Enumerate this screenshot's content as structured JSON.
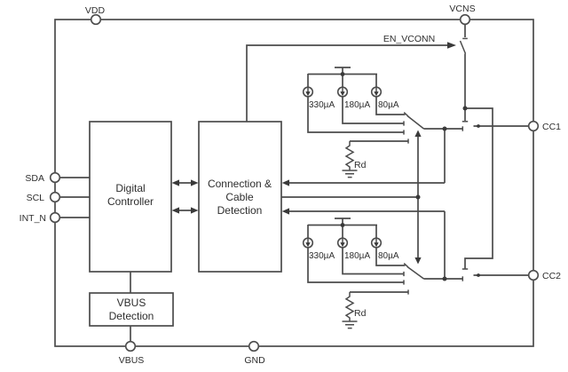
{
  "diagram": {
    "title_hint": "cc-controller-block-diagram",
    "pins": {
      "vdd": "VDD",
      "vcns": "VCNS",
      "sda": "SDA",
      "scl": "SCL",
      "int_n": "INT_N",
      "vbus": "VBUS",
      "gnd": "GND",
      "cc1": "CC1",
      "cc2": "CC2"
    },
    "blocks": {
      "digital_controller": {
        "line1": "Digital",
        "line2": "Controller"
      },
      "connection_cable_detection": {
        "line1": "Connection &",
        "line2": "Cable",
        "line3": "Detection"
      },
      "vbus_detection": {
        "line1": "VBUS",
        "line2": "Detection"
      }
    },
    "signals": {
      "en_vconn": "EN_VCONN"
    },
    "current_sources": {
      "i1": "330µA",
      "i2": "180µA",
      "i3": "80µA"
    },
    "resistors": {
      "rd": "Rd"
    },
    "colors": {
      "line": "#4c4c4c",
      "text": "#2e2e2e",
      "background": "#ffffff"
    }
  }
}
